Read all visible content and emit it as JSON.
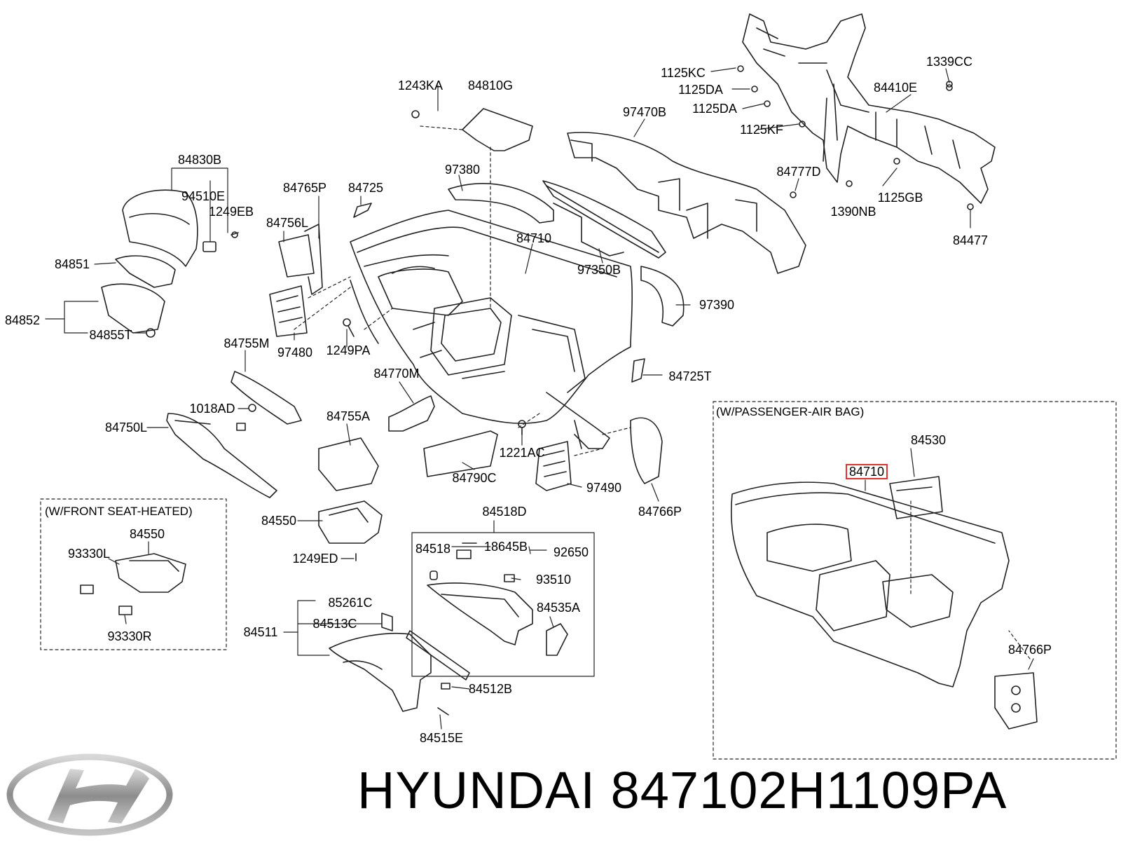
{
  "footer": {
    "brand": "HYUNDAI",
    "part_number": "847102H1109PA",
    "logo_icon": "hyundai-logo-icon"
  },
  "boxes": {
    "heated": {
      "title": "(W/FRONT SEAT-HEATED)"
    },
    "airbag": {
      "title": "(W/PASSENGER-AIR BAG)"
    }
  },
  "highlight_color": "#e03030",
  "labels": [
    {
      "id": "1243KA",
      "text": "1243KA"
    },
    {
      "id": "84810G",
      "text": "84810G"
    },
    {
      "id": "1125KC",
      "text": "1125KC"
    },
    {
      "id": "1125DA_a",
      "text": "1125DA"
    },
    {
      "id": "1125DA_b",
      "text": "1125DA"
    },
    {
      "id": "1339CC",
      "text": "1339CC"
    },
    {
      "id": "84410E",
      "text": "84410E"
    },
    {
      "id": "97470B",
      "text": "97470B"
    },
    {
      "id": "1125KF",
      "text": "1125KF"
    },
    {
      "id": "84830B",
      "text": "84830B"
    },
    {
      "id": "97380",
      "text": "97380"
    },
    {
      "id": "84777D",
      "text": "84777D"
    },
    {
      "id": "94510E",
      "text": "94510E"
    },
    {
      "id": "84765P",
      "text": "84765P"
    },
    {
      "id": "84725",
      "text": "84725"
    },
    {
      "id": "1125GB",
      "text": "1125GB"
    },
    {
      "id": "1249EB",
      "text": "1249EB"
    },
    {
      "id": "1390NB",
      "text": "1390NB"
    },
    {
      "id": "84756L",
      "text": "84756L"
    },
    {
      "id": "84710_main",
      "text": "84710"
    },
    {
      "id": "84477",
      "text": "84477"
    },
    {
      "id": "84851",
      "text": "84851"
    },
    {
      "id": "97350B",
      "text": "97350B"
    },
    {
      "id": "97390",
      "text": "97390"
    },
    {
      "id": "84852",
      "text": "84852"
    },
    {
      "id": "84855T",
      "text": "84855T"
    },
    {
      "id": "84755M",
      "text": "84755M"
    },
    {
      "id": "97480",
      "text": "97480"
    },
    {
      "id": "1249PA",
      "text": "1249PA"
    },
    {
      "id": "84725T",
      "text": "84725T"
    },
    {
      "id": "84770M",
      "text": "84770M"
    },
    {
      "id": "1018AD",
      "text": "1018AD"
    },
    {
      "id": "84755A",
      "text": "84755A"
    },
    {
      "id": "84750L",
      "text": "84750L"
    },
    {
      "id": "1221AC",
      "text": "1221AC"
    },
    {
      "id": "84790C",
      "text": "84790C"
    },
    {
      "id": "97490",
      "text": "97490"
    },
    {
      "id": "84766P_a",
      "text": "84766P"
    },
    {
      "id": "84530",
      "text": "84530"
    },
    {
      "id": "84710_airbag",
      "text": "84710"
    },
    {
      "id": "84550_a",
      "text": "84550"
    },
    {
      "id": "84518D",
      "text": "84518D"
    },
    {
      "id": "84550_b",
      "text": "84550"
    },
    {
      "id": "84518",
      "text": "84518"
    },
    {
      "id": "18645B",
      "text": "18645B"
    },
    {
      "id": "92650",
      "text": "92650"
    },
    {
      "id": "93330L",
      "text": "93330L"
    },
    {
      "id": "1249ED",
      "text": "1249ED"
    },
    {
      "id": "93510",
      "text": "93510"
    },
    {
      "id": "85261C",
      "text": "85261C"
    },
    {
      "id": "84535A",
      "text": "84535A"
    },
    {
      "id": "84511",
      "text": "84511"
    },
    {
      "id": "84513C",
      "text": "84513C"
    },
    {
      "id": "93330R",
      "text": "93330R"
    },
    {
      "id": "84766P_b",
      "text": "84766P"
    },
    {
      "id": "84512B",
      "text": "84512B"
    },
    {
      "id": "84515E",
      "text": "84515E"
    }
  ]
}
